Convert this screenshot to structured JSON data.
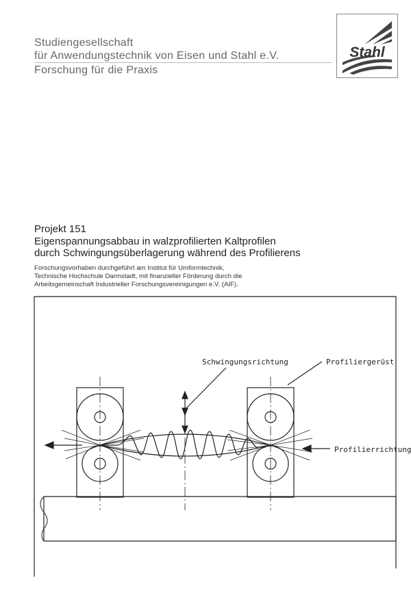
{
  "header": {
    "line1": "Studiengesellschaft",
    "line2": "für Anwendungstechnik von Eisen und Stahl e.V.",
    "line3": "Forschung für die Praxis"
  },
  "logo": {
    "word": "Stahl"
  },
  "project": {
    "number": "Projekt 151",
    "title_line1": "Eigenspannungsabbau in walzprofilierten Kaltprofilen",
    "title_line2": "durch Schwingungsüberlagerung während des Profilierens",
    "description": [
      "Forschungsvorhaben durchgeführt am Institut für Umformtechnik,",
      "Technische Hochschule Darmstadt, mit finanzieller Förderung durch die",
      "Arbeitsgemeinschaft Industrieller Forschungsvereinigungen e.V. (AIF)."
    ]
  },
  "diagram": {
    "label_vibration": "Schwingungsrichtung",
    "label_stand": "Profiliergerüst",
    "label_direction": "Profilierrichtung"
  }
}
